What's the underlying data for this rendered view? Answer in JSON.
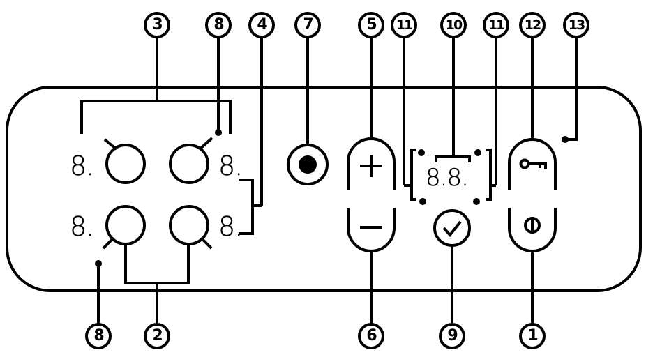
{
  "callouts": {
    "c3": "3",
    "c8_top": "8",
    "c4": "4",
    "c7": "7",
    "c5": "5",
    "c11_left": "11",
    "c10": "10",
    "c11_right": "11",
    "c12": "12",
    "c13": "13",
    "c8_bottom": "8",
    "c2": "2",
    "c6": "6",
    "c9": "9",
    "c1": "1"
  },
  "displays": {
    "zone_top_left": "8.",
    "zone_bottom_left": "8.",
    "zone_top_right": "8.",
    "zone_bottom_right": "8.",
    "timer": "8.8."
  },
  "icons": {
    "plus": "plus-icon",
    "minus": "minus-icon",
    "key": "key-lock-icon",
    "power": "power-icon",
    "timer_check": "checkmark-icon",
    "bridge": "bridge-dot-icon"
  },
  "colors": {
    "ink": "#000000",
    "background": "#ffffff"
  }
}
